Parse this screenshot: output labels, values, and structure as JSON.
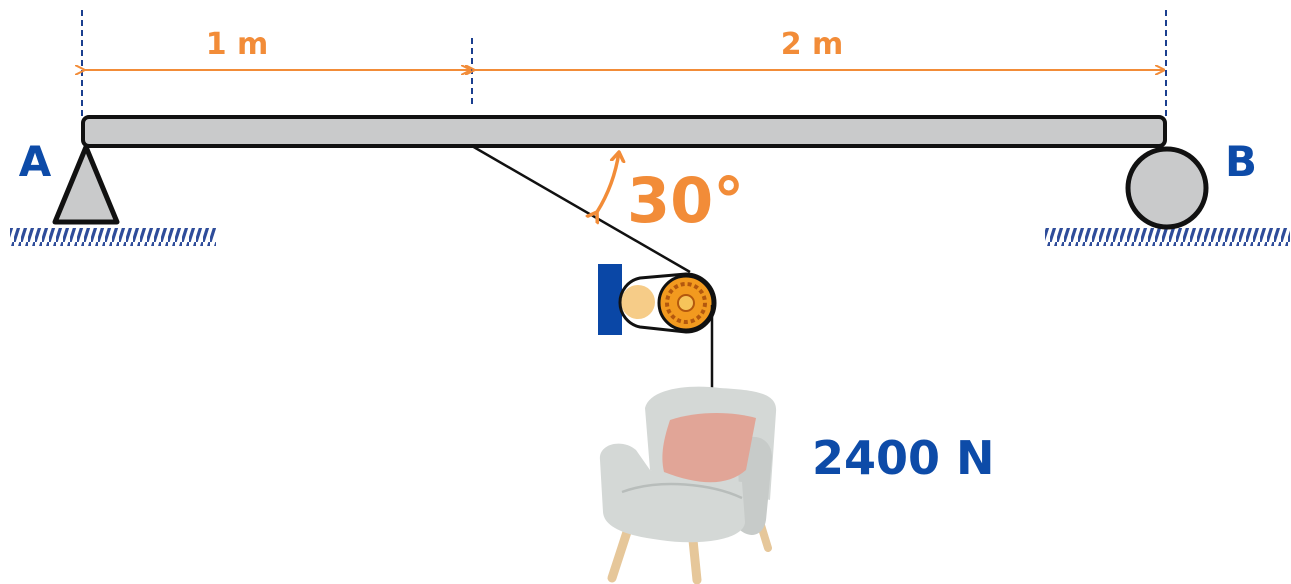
{
  "dimensions": {
    "left_span": "1 m",
    "right_span": "2 m"
  },
  "supports": {
    "left_label": "A",
    "right_label": "B"
  },
  "cable": {
    "angle_label": "30°"
  },
  "load": {
    "label": "2400 N"
  },
  "colors": {
    "dimension": "#F28C38",
    "label_blue": "#0D4BA8",
    "beam_fill": "#C9CACB",
    "ground_hatch": "#2E4C9A",
    "pulley_orange": "#F29A1F",
    "bracket_blue": "#0A47A6",
    "chair_body": "#D4D8D6",
    "chair_cushion": "#E1A597",
    "chair_legs": "#E6C79A"
  },
  "icons": {
    "left_support": "pin-support-icon",
    "right_support": "roller-support-icon",
    "pulley": "pulley-icon",
    "load": "armchair-icon"
  }
}
